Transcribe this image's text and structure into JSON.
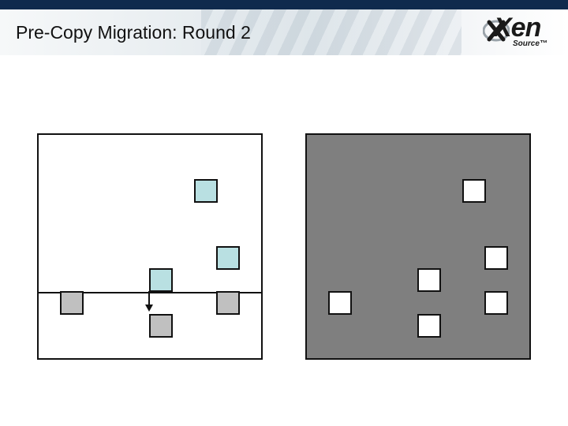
{
  "slide": {
    "title": "Pre-Copy Migration: Round 2"
  },
  "logo": {
    "main": "Xen",
    "sub": "Source™"
  },
  "colors": {
    "dirty_page": "#b9e0e2",
    "clean_page": "#c0c0c0",
    "destination_background": "#7f7f7f",
    "destination_page": "#ffffff",
    "header_bar": "#0f2a4d"
  }
}
